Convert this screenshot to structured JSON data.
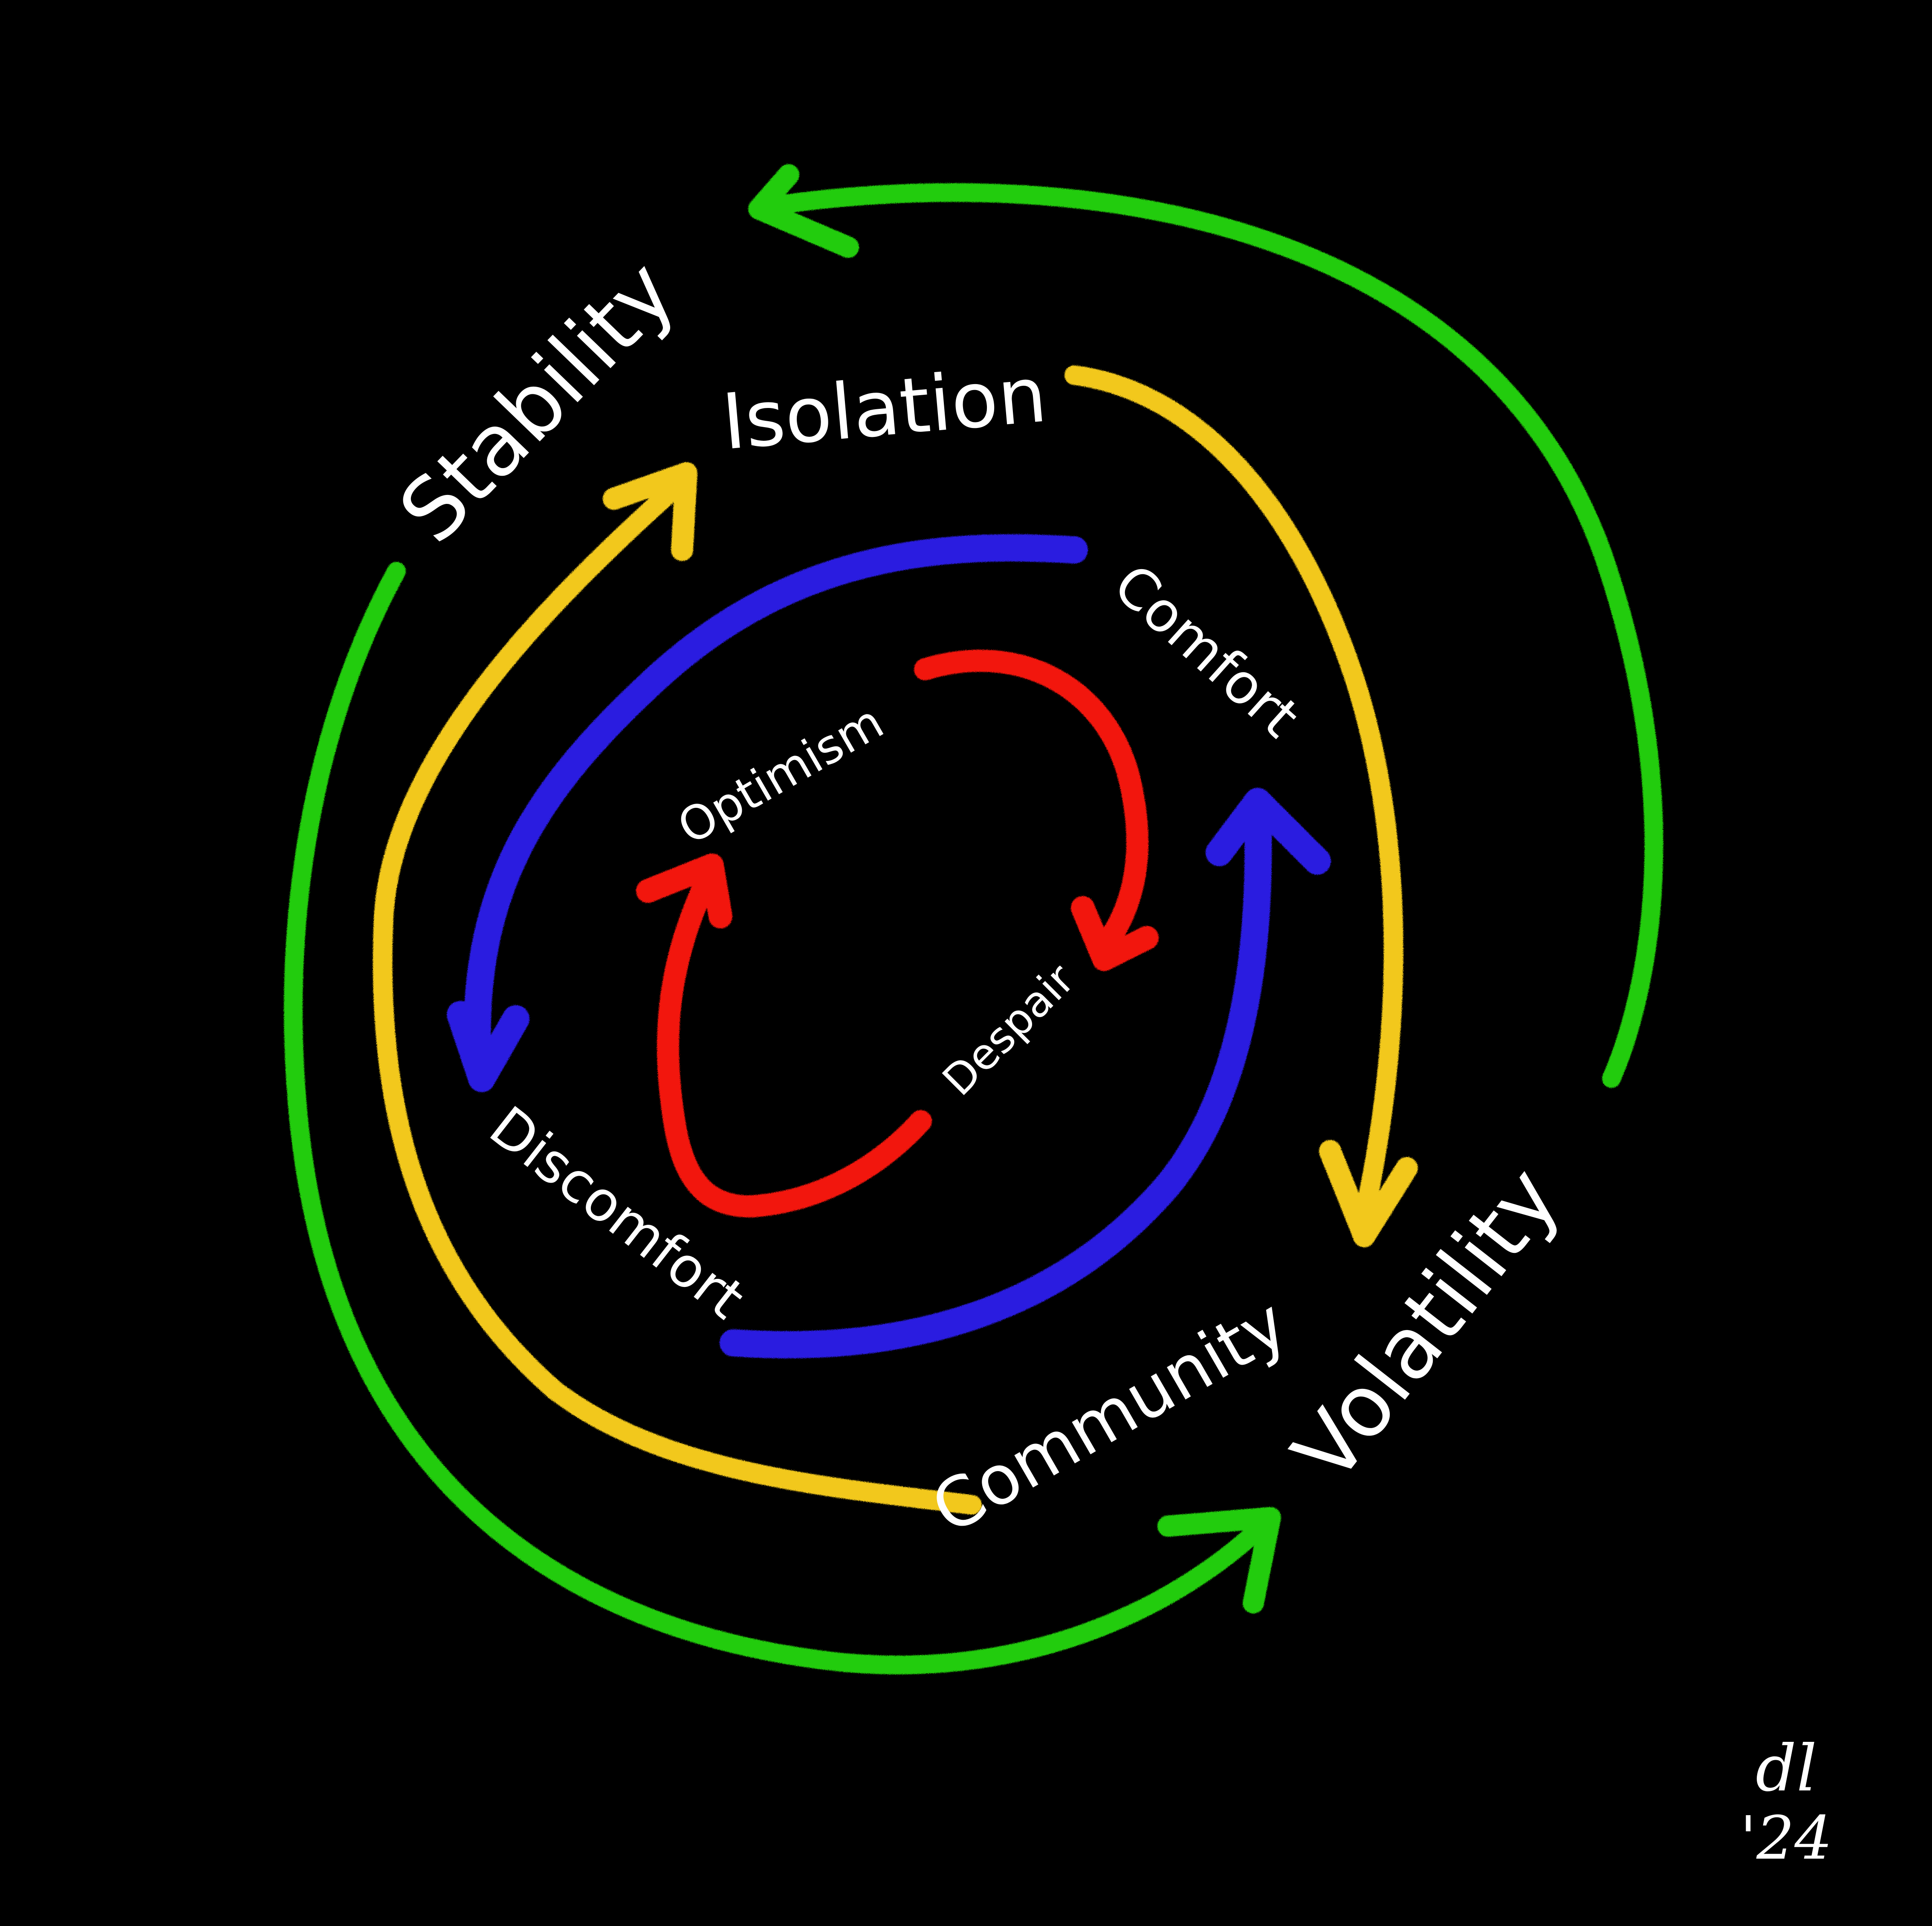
{
  "diagram": {
    "background": "#000000",
    "loops": [
      {
        "name": "outer-loop",
        "color": "#22cc11",
        "labels": [
          "Stability",
          "Volatility"
        ]
      },
      {
        "name": "second-loop",
        "color": "#f2c81e",
        "labels": [
          "Isolation",
          "Community"
        ]
      },
      {
        "name": "third-loop",
        "color": "#2a1ee0",
        "labels": [
          "Comfort",
          "Discomfort"
        ]
      },
      {
        "name": "inner-loop",
        "color": "#f21410",
        "labels": [
          "Optimism",
          "Despair"
        ]
      }
    ],
    "signature": {
      "initials": "dl",
      "year": "'24"
    }
  }
}
